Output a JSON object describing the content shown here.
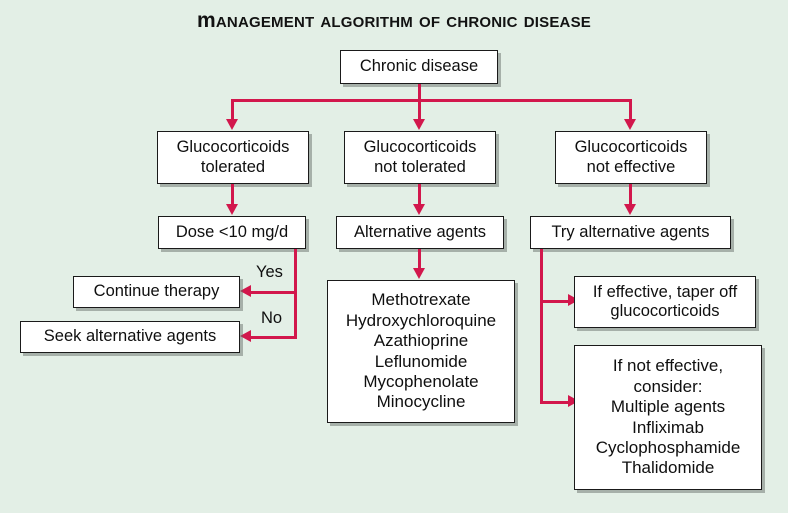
{
  "title": "Management Algorithm of Chronic Disease",
  "colors": {
    "background": "#e3efe6",
    "arrow": "#d2174c",
    "box_fill": "#ffffff",
    "box_border": "#1a1a1a",
    "text": "#0f0f0f"
  },
  "nodes": {
    "root": {
      "label": "Chronic disease"
    },
    "branch_tolerated": {
      "line1": "Glucocorticoids",
      "line2": "tolerated"
    },
    "branch_not_tolerated": {
      "line1": "Glucocorticoids",
      "line2": "not tolerated"
    },
    "branch_not_effective": {
      "line1": "Glucocorticoids",
      "line2": "not effective"
    },
    "dose_check": {
      "label": "Dose <10 mg/d"
    },
    "alternative_agents": {
      "label": "Alternative agents"
    },
    "try_alternative_agents": {
      "label": "Try alternative agents"
    },
    "continue_therapy": {
      "label": "Continue therapy"
    },
    "seek_alternative_agents": {
      "label": "Seek alternative agents"
    },
    "drug_list": {
      "items": [
        "Methotrexate",
        "Hydroxychloroquine",
        "Azathioprine",
        "Leflunomide",
        "Mycophenolate",
        "Minocycline"
      ]
    },
    "if_effective": {
      "line1": "If effective, taper off",
      "line2": "glucocorticoids"
    },
    "if_not_effective": {
      "items": [
        "If not effective,",
        "consider:",
        "Multiple agents",
        "Infliximab",
        "Cyclophosphamide",
        "Thalidomide"
      ]
    }
  },
  "edge_labels": {
    "yes": "Yes",
    "no": "No"
  },
  "chart_data": {
    "type": "flowchart",
    "title": "Management Algorithm of Chronic Disease",
    "nodes": [
      {
        "id": "root",
        "text": "Chronic disease",
        "level": 0
      },
      {
        "id": "tolerated",
        "text": "Glucocorticoids tolerated",
        "level": 1
      },
      {
        "id": "not_tolerated",
        "text": "Glucocorticoids not tolerated",
        "level": 1
      },
      {
        "id": "not_effective",
        "text": "Glucocorticoids not effective",
        "level": 1
      },
      {
        "id": "dose",
        "text": "Dose <10 mg/d",
        "level": 2
      },
      {
        "id": "alt_agents",
        "text": "Alternative agents",
        "level": 2
      },
      {
        "id": "try_alt",
        "text": "Try alternative agents",
        "level": 2
      },
      {
        "id": "continue",
        "text": "Continue therapy",
        "level": 3
      },
      {
        "id": "seek_alt",
        "text": "Seek alternative agents",
        "level": 3
      },
      {
        "id": "drugs",
        "text": "Methotrexate; Hydroxychloroquine; Azathioprine; Leflunomide; Mycophenolate; Minocycline",
        "level": 3
      },
      {
        "id": "taper",
        "text": "If effective, taper off glucocorticoids",
        "level": 3
      },
      {
        "id": "consider",
        "text": "If not effective, consider: Multiple agents; Infliximab; Cyclophosphamide; Thalidomide",
        "level": 3
      }
    ],
    "edges": [
      {
        "from": "root",
        "to": "tolerated",
        "label": ""
      },
      {
        "from": "root",
        "to": "not_tolerated",
        "label": ""
      },
      {
        "from": "root",
        "to": "not_effective",
        "label": ""
      },
      {
        "from": "tolerated",
        "to": "dose",
        "label": ""
      },
      {
        "from": "not_tolerated",
        "to": "alt_agents",
        "label": ""
      },
      {
        "from": "not_effective",
        "to": "try_alt",
        "label": ""
      },
      {
        "from": "dose",
        "to": "continue",
        "label": "Yes"
      },
      {
        "from": "dose",
        "to": "seek_alt",
        "label": "No"
      },
      {
        "from": "alt_agents",
        "to": "drugs",
        "label": ""
      },
      {
        "from": "try_alt",
        "to": "taper",
        "label": ""
      },
      {
        "from": "try_alt",
        "to": "consider",
        "label": ""
      }
    ]
  }
}
